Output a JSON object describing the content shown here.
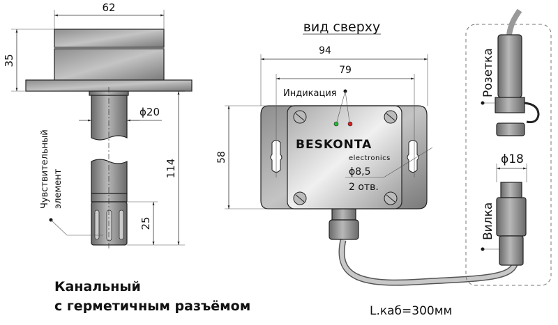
{
  "sensor_side": {
    "dim_width": "62",
    "dim_head_height": "35",
    "dim_probe_diameter": "ϕ20",
    "dim_total_length": "114",
    "dim_element_length": "25",
    "element_label_line1": "Чувствительный",
    "element_label_line2": "элемент"
  },
  "top_view": {
    "title": "вид сверху",
    "dim_width_outer": "94",
    "dim_width_holes": "79",
    "dim_height": "58",
    "indication_label": "Индикация",
    "brand": "BESKONTA",
    "brand_sub": "electronics",
    "hole_diameter": "ϕ8,5",
    "hole_count": "2 отв.",
    "cable_length": "L.каб=300мм",
    "led_colors": [
      "#22c030",
      "#e02020"
    ]
  },
  "connector": {
    "socket_label": "Розетка",
    "plug_label": "Вилка",
    "dim_diameter": "ϕ18"
  },
  "caption": {
    "line1": "Канальный",
    "line2": "с герметичным разъёмом"
  }
}
